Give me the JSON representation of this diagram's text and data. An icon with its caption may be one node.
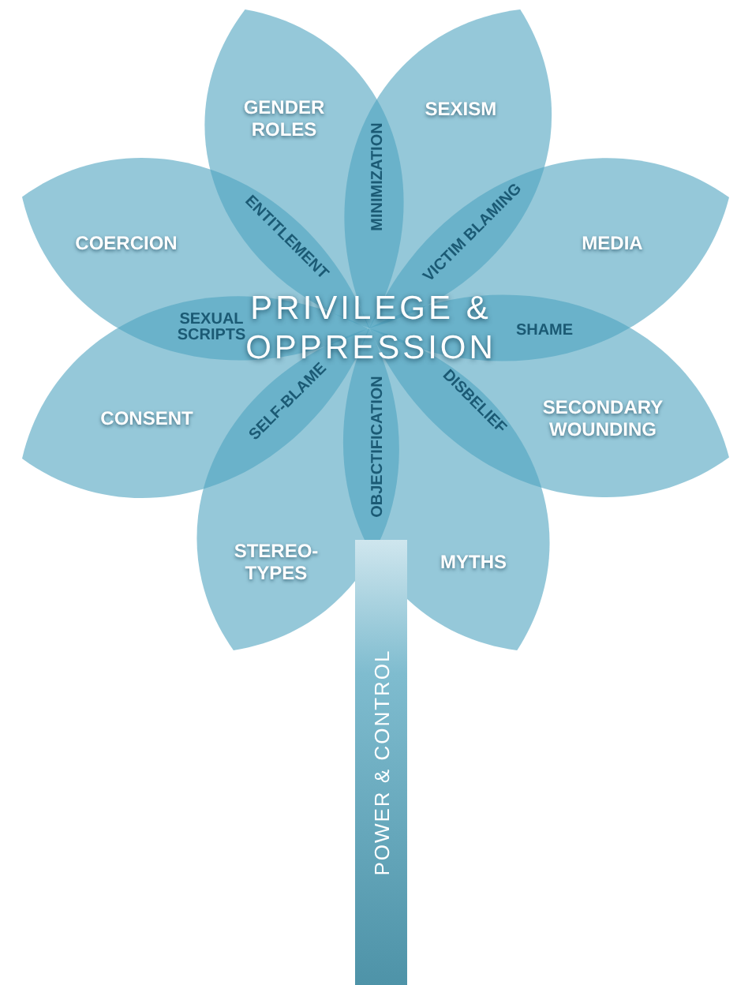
{
  "diagram": {
    "title": "PRIVILEGE & OPPRESSION",
    "nodes": [
      {
        "text": [
          "GENDER ROLES"
        ]
      },
      {
        "text": [
          "SEXISM"
        ]
      },
      {
        "text": [
          "COERCION"
        ]
      },
      {
        "text": [
          "MEDIA"
        ]
      },
      {
        "text": [
          "CONSENT"
        ]
      },
      {
        "text": [
          "SECONDARY WOUNDING"
        ]
      },
      {
        "text": [
          "STEREO- TYPES"
        ]
      },
      {
        "text": [
          "MYTHS"
        ]
      },
      {
        "text": [
          "POWER & CONTROL"
        ]
      }
    ],
    "labels": [
      "MINIMIZATION",
      "ENTITLEMENT",
      "VICTIM BLAMING",
      "SEXUAL SCRIPTS",
      "SHAME",
      "SELF-BLAME",
      "OBJECTIFICATION",
      "DISBELIEF"
    ]
  }
}
